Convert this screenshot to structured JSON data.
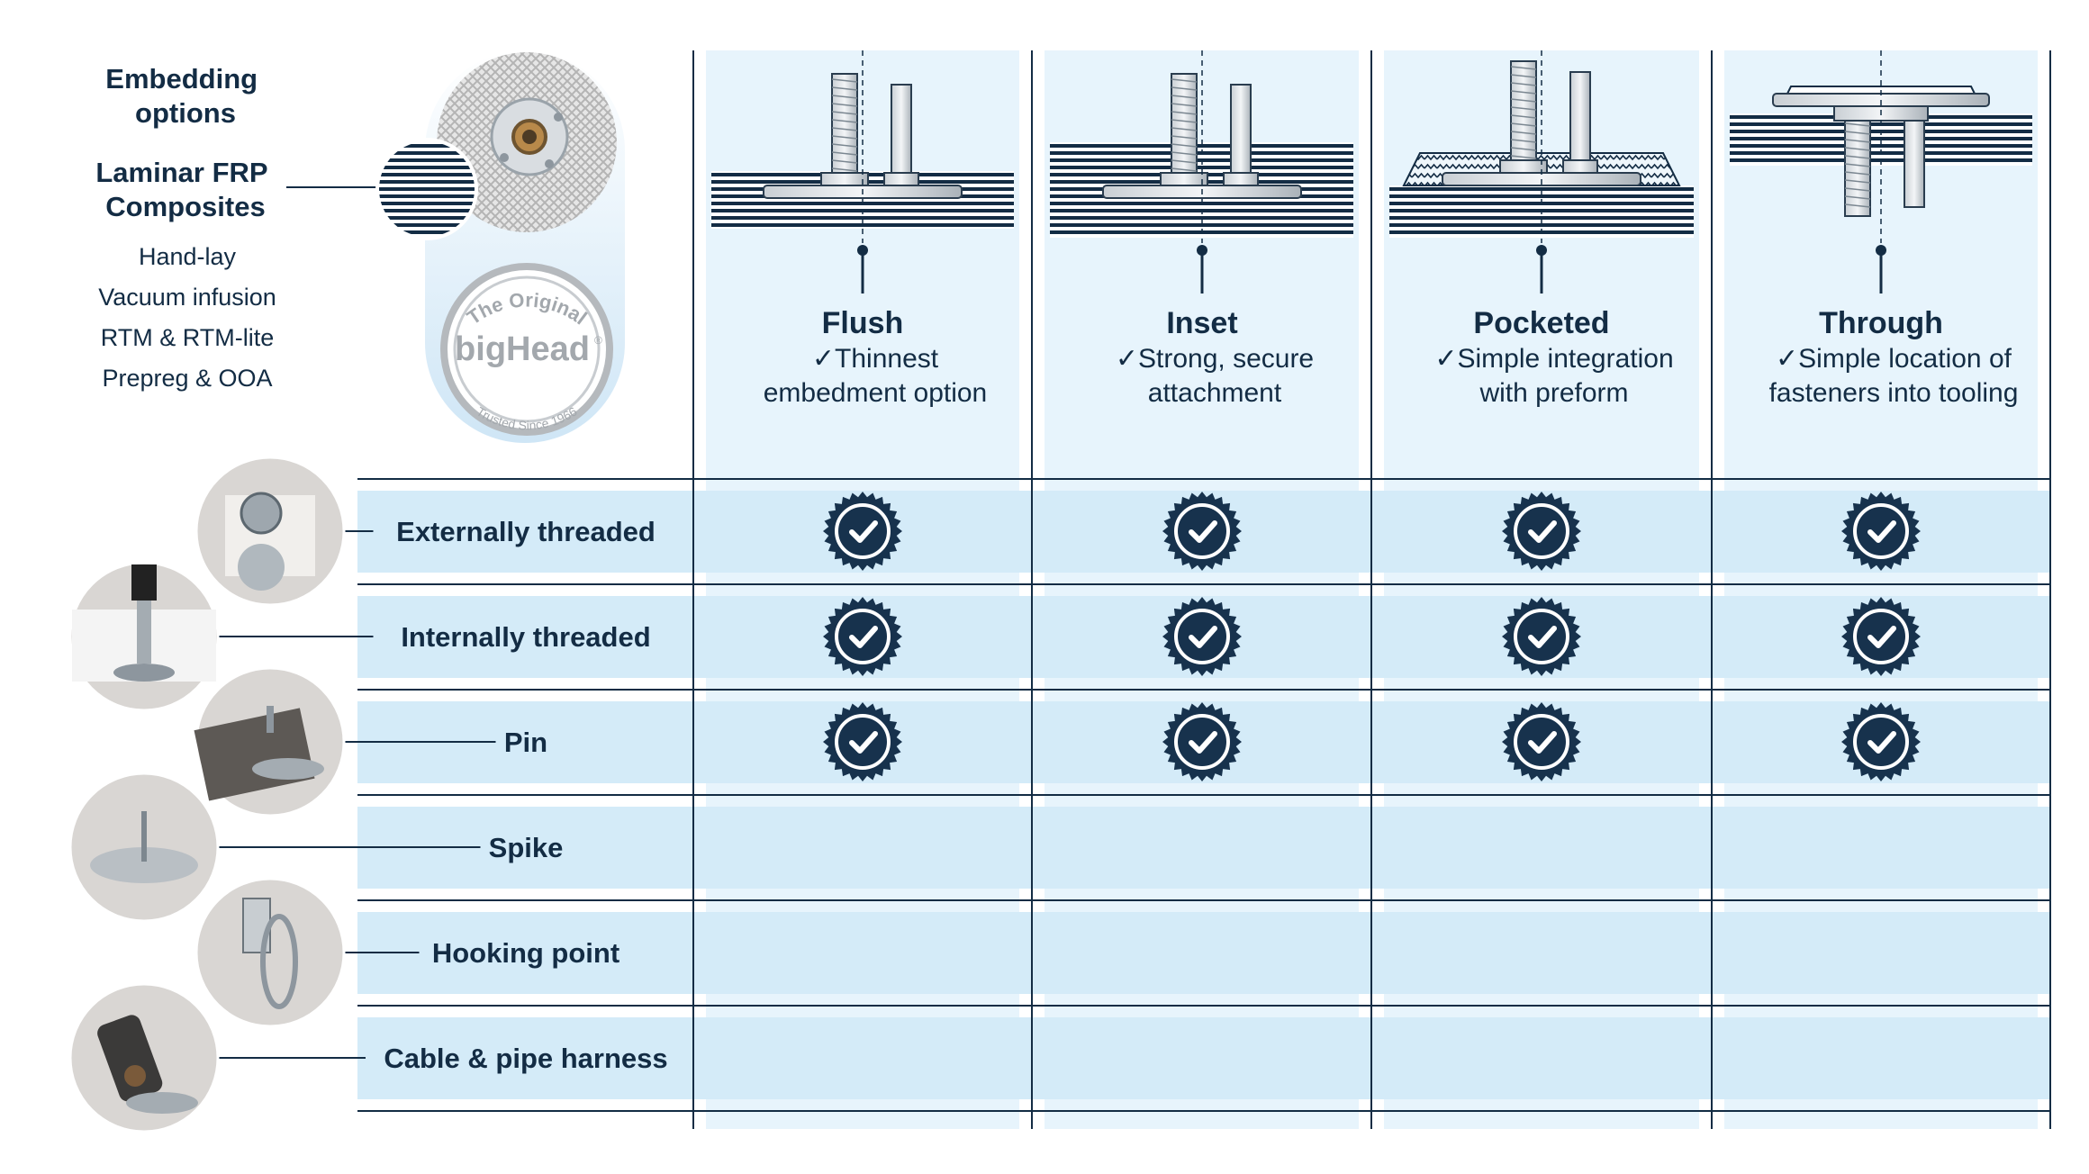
{
  "side_panel": {
    "heading_lines": [
      "Embedding",
      "options"
    ],
    "subheading_lines": [
      "Laminar FRP",
      "Composites"
    ],
    "processes": [
      "Hand-lay",
      "Vacuum infusion",
      "RTM & RTM-lite",
      "Prepreg & OOA"
    ],
    "logo_text": {
      "top": "The Original",
      "brand": "bigHead",
      "bottom": "Trusted Since 1966",
      "registered": "®"
    }
  },
  "options": [
    {
      "name": "Flush",
      "lines": [
        "✓Thinnest",
        "embedment option"
      ],
      "style": "flush"
    },
    {
      "name": "Inset",
      "lines": [
        "✓Strong, secure",
        "attachment"
      ],
      "style": "inset"
    },
    {
      "name": "Pocketed",
      "lines": [
        "✓Simple integration",
        "with preform"
      ],
      "style": "pocketed"
    },
    {
      "name": "Through",
      "lines": [
        "✓Simple location of",
        "fasteners into tooling"
      ],
      "style": "through"
    }
  ],
  "rows": [
    {
      "label": "Externally threaded",
      "photo": "external-thread-fastener-photo",
      "checks": [
        true,
        true,
        true,
        true
      ]
    },
    {
      "label": "Internally threaded",
      "photo": "internal-thread-fastener-photo",
      "checks": [
        true,
        true,
        true,
        true
      ]
    },
    {
      "label": "Pin",
      "photo": "pin-fastener-photo",
      "checks": [
        true,
        true,
        true,
        true
      ]
    },
    {
      "label": "Spike",
      "photo": "spike-fastener-photo",
      "checks": [
        false,
        false,
        false,
        false
      ]
    },
    {
      "label": "Hooking point",
      "photo": "hooking-point-fastener-photo",
      "checks": [
        false,
        false,
        false,
        false
      ]
    },
    {
      "label": "Cable & pipe harness",
      "photo": "cable-harness-fastener-photo",
      "checks": [
        false,
        false,
        false,
        false
      ]
    }
  ],
  "colors": {
    "navy": "#132c44",
    "column_fill": "#e7f4fc",
    "row_band": "#d4ebf8",
    "badge": "#17324d"
  },
  "icons": [
    "check-badge-icon"
  ]
}
